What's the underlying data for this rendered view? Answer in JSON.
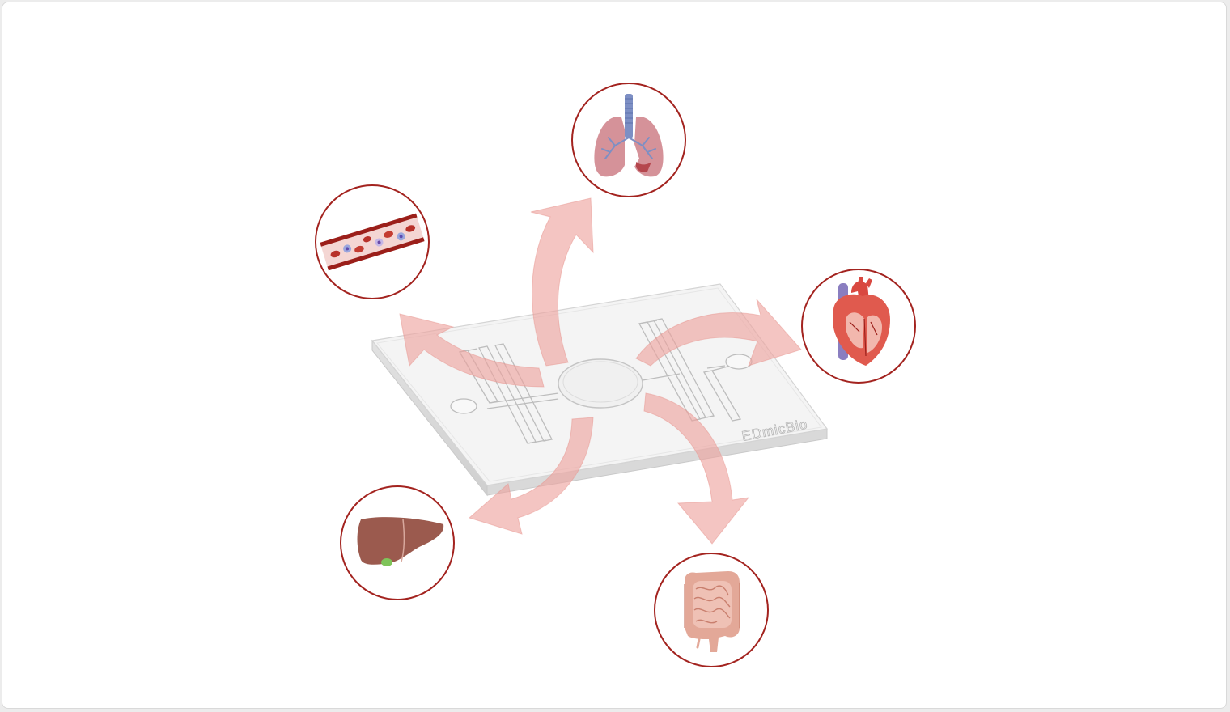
{
  "chip": {
    "brand": "EDmicBio"
  },
  "organs": [
    {
      "name": "lung",
      "icon": "lungs-icon"
    },
    {
      "name": "blood-vessel",
      "icon": "blood-vessel-icon"
    },
    {
      "name": "heart",
      "icon": "heart-icon"
    },
    {
      "name": "liver",
      "icon": "liver-icon"
    },
    {
      "name": "intestine",
      "icon": "intestine-icon"
    }
  ],
  "colors": {
    "circle_border": "#a3231f",
    "arrow_fill": "#eda29d",
    "chip_fill": "#f4f4f4",
    "chip_edge": "#d4d4d4"
  }
}
